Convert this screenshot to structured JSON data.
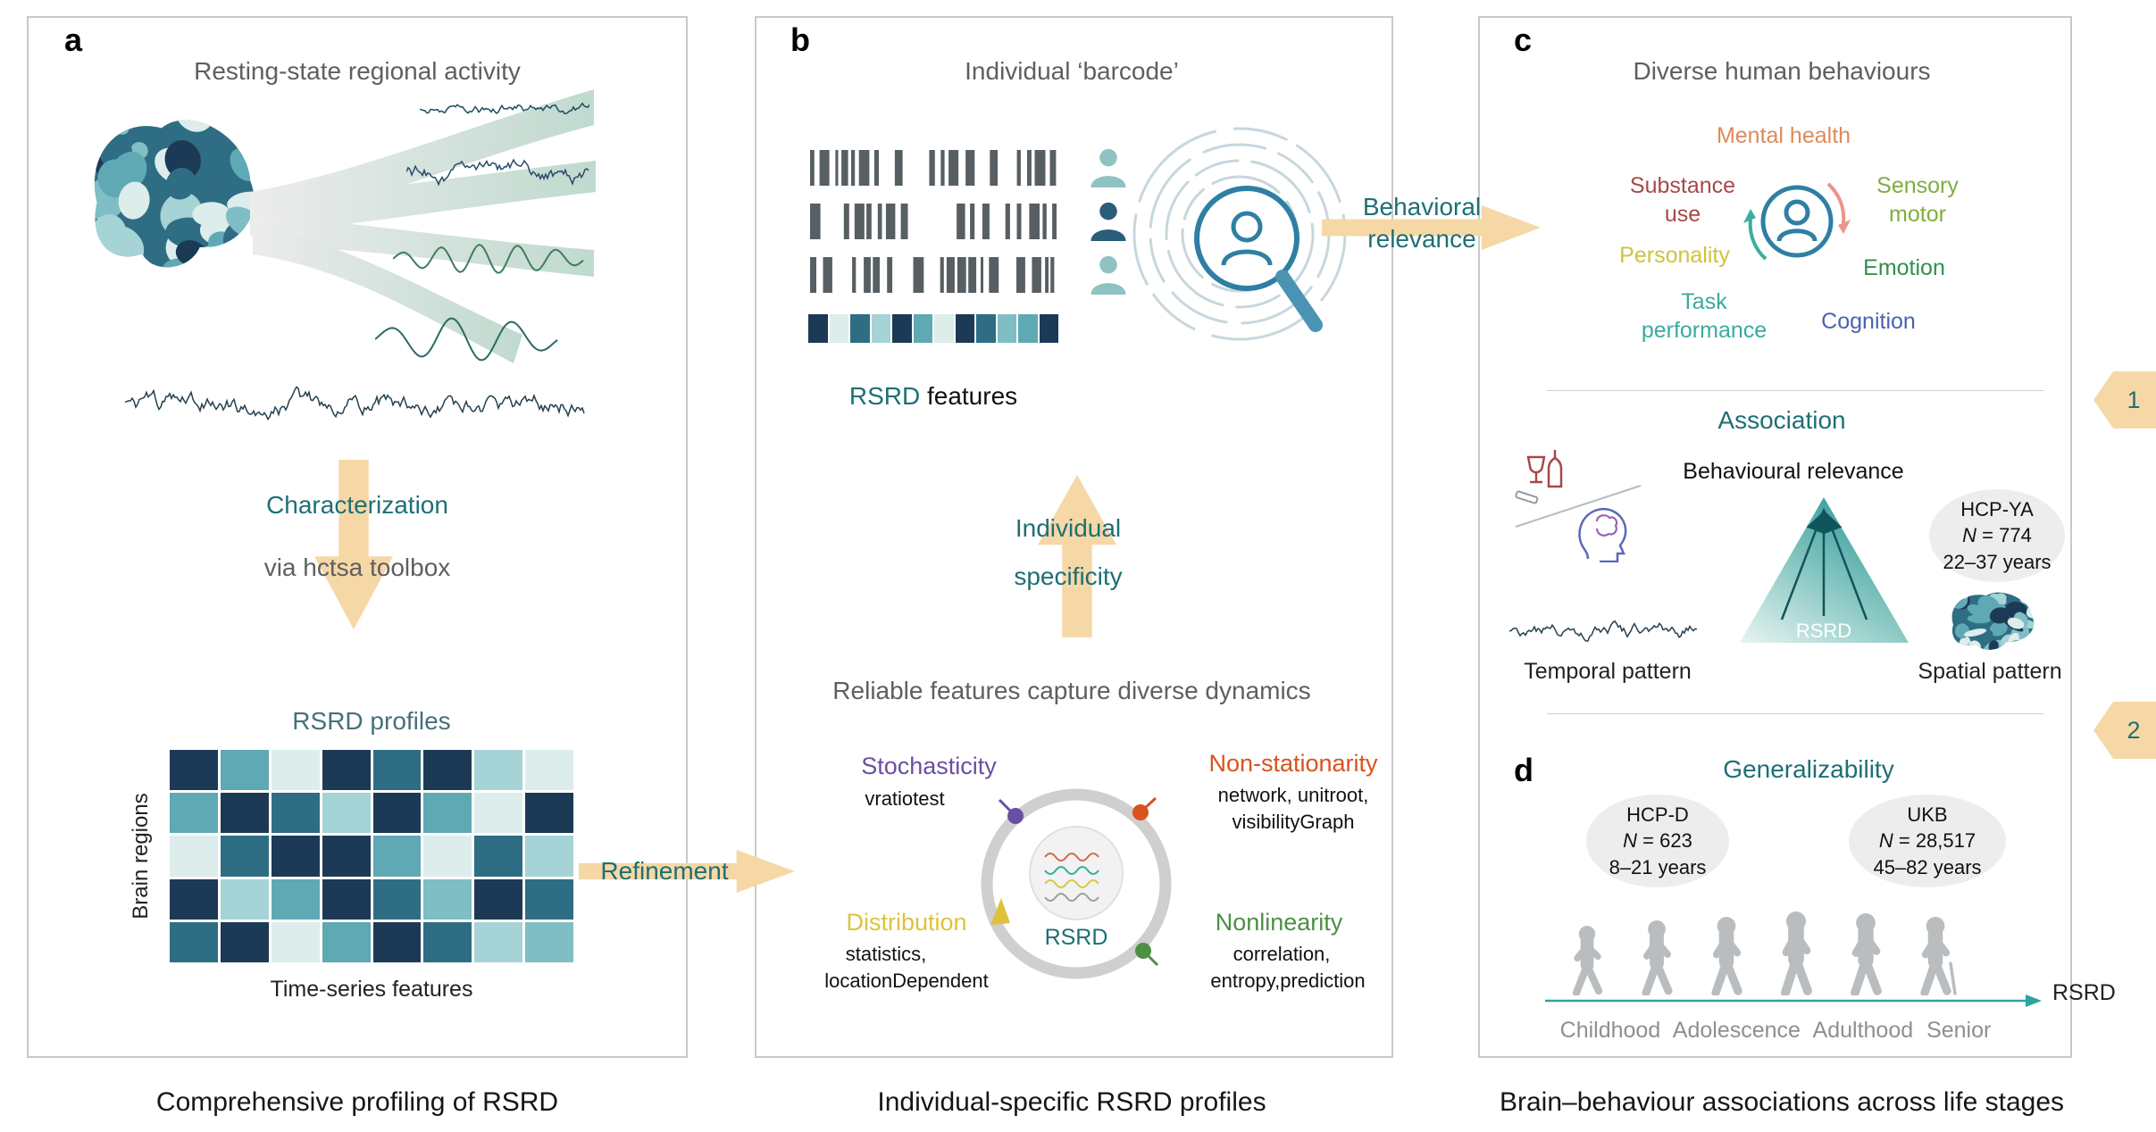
{
  "colors": {
    "teal": "#1e6f75",
    "arrow_tan": "#f6d8a6",
    "panel_border": "#c9c9c9",
    "heatmap_palette": [
      "#1c3a55",
      "#2f6d84",
      "#5fa9b5",
      "#a6d3d6",
      "#dcedec",
      "#7fbec4"
    ],
    "stochasticity": "#6a4fa3",
    "non_stationarity": "#d9531e",
    "distribution": "#dfc23c",
    "nonlinearity": "#4d8f44",
    "mental_health": "#dd8a5a",
    "substance_use": "#a84848",
    "sensory_motor": "#7fae3e",
    "personality": "#cfc33b",
    "emotion": "#2f9149",
    "task_performance": "#3aaa9e",
    "cognition": "#4a63b0"
  },
  "panel_a": {
    "label": "a",
    "title": "Resting-state regional activity",
    "characterization_line1": "Characterization",
    "characterization_line2": "via hctsa toolbox",
    "heatmap_title": "RSRD profiles",
    "heatmap_ylabel": "Brain regions",
    "heatmap_xlabel": "Time-series features",
    "heatmap_cells": [
      [
        0,
        2,
        4,
        0,
        1,
        0,
        3,
        4
      ],
      [
        2,
        0,
        1,
        3,
        0,
        2,
        4,
        0
      ],
      [
        4,
        1,
        0,
        0,
        2,
        4,
        1,
        3
      ],
      [
        0,
        3,
        2,
        0,
        1,
        5,
        0,
        1
      ],
      [
        1,
        0,
        4,
        2,
        0,
        1,
        3,
        5
      ]
    ]
  },
  "flow": {
    "refinement": "Refinement",
    "behavioral_line1": "Behavioral",
    "behavioral_line2": "relevance",
    "marker_1": "1",
    "marker_2": "2"
  },
  "panel_b": {
    "label": "b",
    "title": "Individual ‘barcode’",
    "features_highlight": "RSRD",
    "features_rest": " features",
    "strip_cells": [
      0,
      4,
      1,
      3,
      0,
      2,
      4,
      0,
      1,
      5,
      2,
      0
    ],
    "specificity_line1": "Individual",
    "specificity_line2": "specificity",
    "reliable_title": "Reliable features capture diverse dynamics",
    "wheel_center": "RSRD",
    "stochasticity_label": "Stochasticity",
    "stochasticity_sub": "vratiotest",
    "non_stationarity_label": "Non-stationarity",
    "non_stationarity_sub1": "network, unitroot,",
    "non_stationarity_sub2": "visibilityGraph",
    "distribution_label": "Distribution",
    "distribution_sub1": "statistics,",
    "distribution_sub2": "locationDependent",
    "nonlinearity_label": "Nonlinearity",
    "nonlinearity_sub1": "correlation,",
    "nonlinearity_sub2": "entropy,prediction"
  },
  "panel_c": {
    "label": "c",
    "title": "Diverse human behaviours",
    "mental_health": "Mental health",
    "substance_line1": "Substance",
    "substance_line2": "use",
    "sensory_line1": "Sensory",
    "sensory_line2": "motor",
    "personality": "Personality",
    "emotion": "Emotion",
    "task_line1": "Task",
    "task_line2": "performance",
    "cognition": "Cognition",
    "association_title": "Association",
    "behavioural_relevance": "Behavioural relevance",
    "triangle_label": "RSRD",
    "cohort_name": "HCP-YA",
    "cohort_n_italic": "N",
    "cohort_n_rest": " = 774",
    "cohort_age": "22–37 years",
    "temporal_label": "Temporal pattern",
    "spatial_label": "Spatial pattern"
  },
  "panel_d": {
    "label": "d",
    "title": "Generalizability",
    "cohort1_name": "HCP-D",
    "cohort1_n_italic": "N",
    "cohort1_n_rest": " = 623",
    "cohort1_age": "8–21 years",
    "cohort2_name": "UKB",
    "cohort2_n_italic": "N",
    "cohort2_n_rest": " = 28,517",
    "cohort2_age": "45–82 years",
    "stages": "Childhood Adolescence Adulthood Senior",
    "axis_label": "RSRD"
  },
  "captions": {
    "column_a": "Comprehensive profiling of RSRD",
    "column_b": "Individual-specific RSRD profiles",
    "column_c": "Brain–behaviour associations across life stages"
  }
}
